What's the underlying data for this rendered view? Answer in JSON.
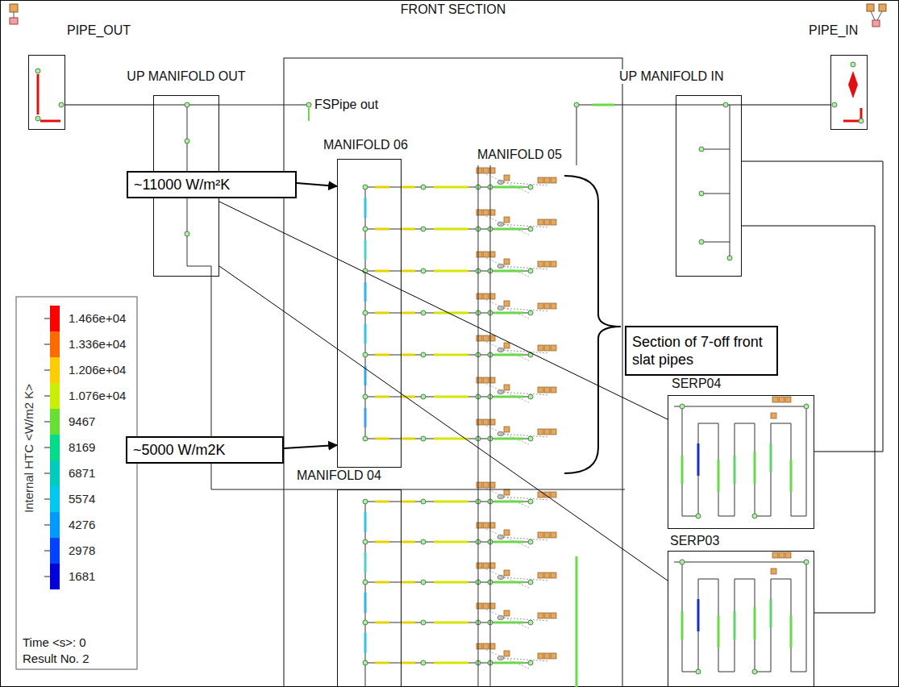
{
  "diagram": {
    "title": "FRONT SECTION",
    "nodes": [
      {
        "text": [
          "PIPE_OUT"
        ]
      },
      {
        "text": [
          "UP MANIFOLD OUT"
        ]
      },
      {
        "text": [
          "MANIFOLD 06"
        ]
      },
      {
        "text": [
          "MANIFOLD 04"
        ]
      },
      {
        "text": [
          "UP MANIFOLD IN"
        ]
      },
      {
        "text": [
          "PIPE_IN"
        ]
      },
      {
        "text": [
          "SERP04"
        ]
      },
      {
        "text": [
          "SERP03"
        ]
      },
      {
        "text": [
          "~11000 W/m²K"
        ]
      },
      {
        "text": [
          "~5000 W/m2K"
        ]
      },
      {
        "text": [
          "Section of 7-off front slat pipes"
        ]
      }
    ],
    "edges": [
      {
        "from": 0,
        "to": 1,
        "arrow": "none"
      },
      {
        "from": 4,
        "to": 5,
        "arrow": "none"
      },
      {
        "from": 8,
        "to": 2,
        "arrow": "to"
      },
      {
        "from": 9,
        "to": 2,
        "arrow": "to"
      },
      {
        "from": 1,
        "to": 6,
        "arrow": "none"
      },
      {
        "from": 1,
        "to": 7,
        "arrow": "none"
      },
      {
        "from": 4,
        "to": 6,
        "arrow": "none"
      },
      {
        "from": 4,
        "to": 7,
        "arrow": "none"
      }
    ],
    "labels": [
      "FSPipe out",
      "MANIFOLD 05",
      "Internal HTC <W/m2 K>",
      "Time <s>: 0",
      "Result No. 2"
    ],
    "legend": [
      {
        "text": "1.466e+04",
        "color": "#ff0000"
      },
      {
        "text": "1.336e+04",
        "color": "#ff6a00"
      },
      {
        "text": "1.206e+04",
        "color": "#ffcc00"
      },
      {
        "text": "1.076e+04",
        "color": "#c8f000"
      },
      {
        "text": "9467",
        "color": "#66e033"
      },
      {
        "text": "8169",
        "color": "#00dd88"
      },
      {
        "text": "6871",
        "color": "#00ccbb"
      },
      {
        "text": "5574",
        "color": "#00c8ee"
      },
      {
        "text": "4276",
        "color": "#0099ff"
      },
      {
        "text": "2978",
        "color": "#0044ff"
      },
      {
        "text": "1681",
        "color": "#0000dd"
      }
    ]
  }
}
